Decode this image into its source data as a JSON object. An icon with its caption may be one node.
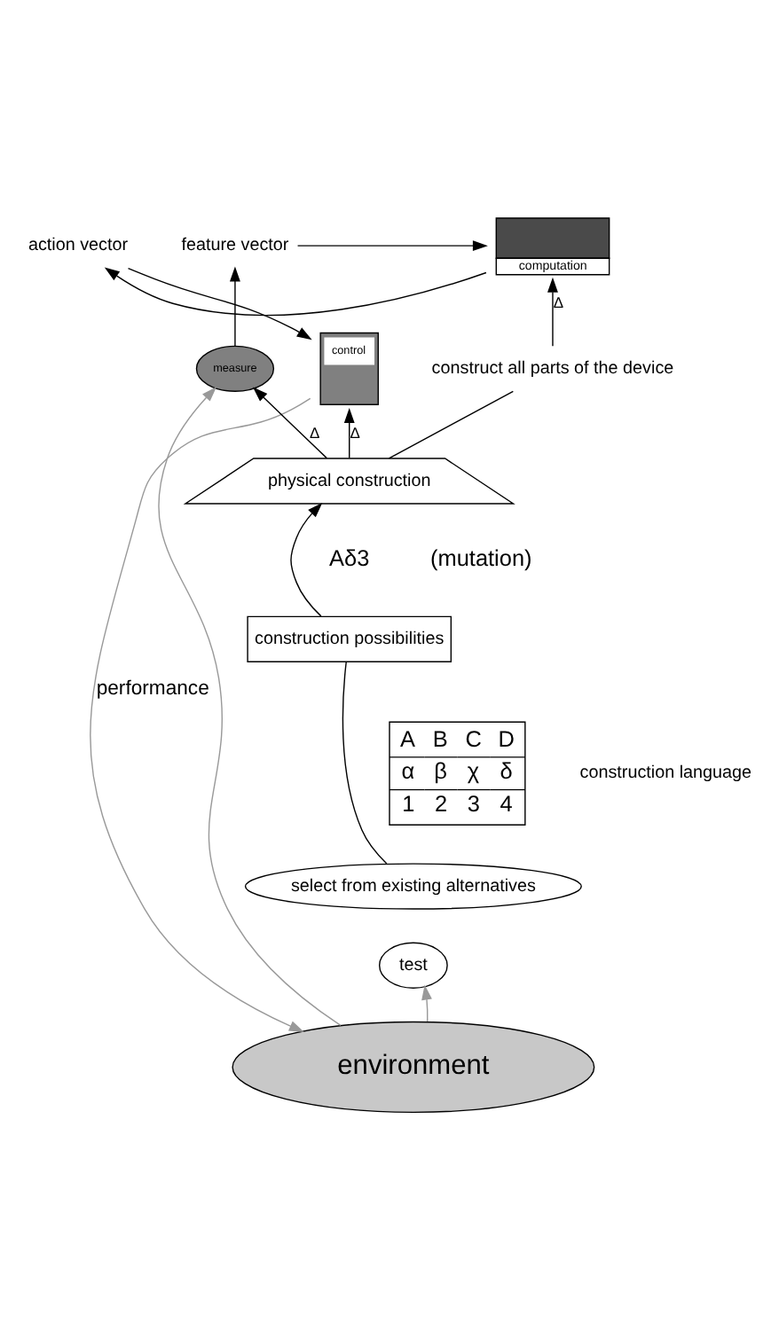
{
  "diagram": {
    "nodes": [
      {
        "text": [
          "feature vector"
        ]
      },
      {
        "text": [
          "computation"
        ]
      },
      {
        "text": [
          "action vector"
        ]
      },
      {
        "text": [
          "construct all parts of the device"
        ]
      },
      {
        "text": [
          "measure"
        ]
      },
      {
        "text": [
          "control"
        ]
      },
      {
        "text": [
          "physical construction"
        ]
      },
      {
        "text": [
          "construction possibilities"
        ]
      },
      {
        "text": [
          "select from existing alternatives"
        ]
      },
      {
        "text": [
          "test"
        ]
      },
      {
        "text": [
          "environment"
        ]
      }
    ],
    "edges": [
      {
        "from": 0,
        "to": 1,
        "arrow": "to"
      },
      {
        "from": 1,
        "to": 2,
        "arrow": "to"
      },
      {
        "from": 2,
        "to": 5,
        "arrow": "to"
      },
      {
        "from": 4,
        "to": 0,
        "arrow": "to"
      },
      {
        "from": 3,
        "to": 1,
        "arrow": "to",
        "label": "Δ"
      },
      {
        "from": 6,
        "to": 3,
        "arrow": "none"
      },
      {
        "from": 6,
        "to": 4,
        "arrow": "to",
        "label": "Δ"
      },
      {
        "from": 6,
        "to": 5,
        "arrow": "to",
        "label": "Δ"
      },
      {
        "from": 7,
        "to": 6,
        "arrow": "to"
      },
      {
        "from": 8,
        "to": 7,
        "arrow": "none"
      },
      {
        "from": 10,
        "to": 9,
        "arrow": "to",
        "color": "#999999"
      },
      {
        "from": 10,
        "to": 4,
        "arrow": "to",
        "color": "#999999"
      },
      {
        "from": 5,
        "to": 10,
        "arrow": "to",
        "color": "#999999",
        "label": "performance"
      }
    ],
    "labels": [
      "Aδ3",
      "(mutation)",
      "A",
      "B",
      "C",
      "D",
      "α",
      "β",
      "χ",
      "δ",
      "1",
      "2",
      "3",
      "4",
      "construction language"
    ]
  }
}
